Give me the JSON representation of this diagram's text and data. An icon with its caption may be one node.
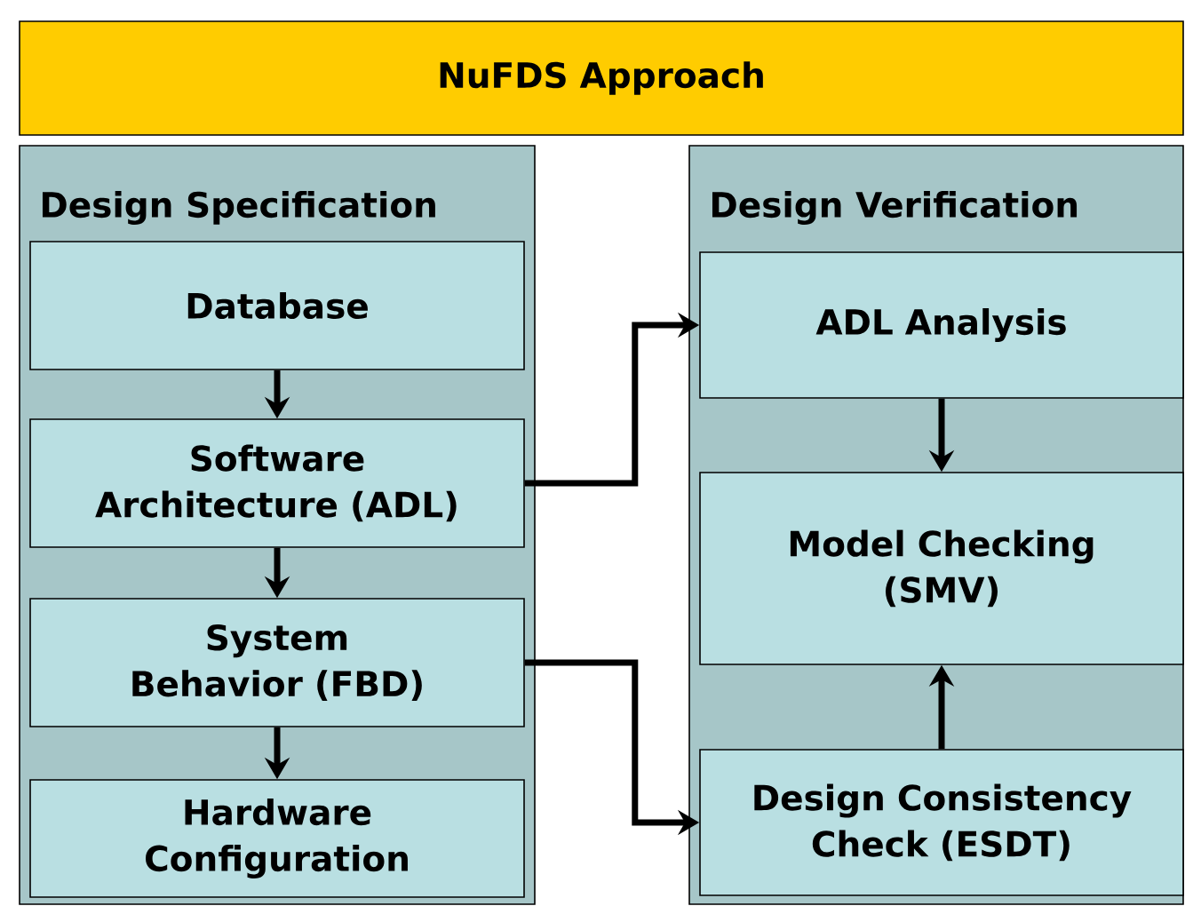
{
  "diagram": {
    "nodes": [
      {
        "text": [
          "NuFDS Approach"
        ]
      },
      {
        "text": [
          "Design Specification"
        ]
      },
      {
        "text": [
          "Database"
        ],
        "in": 1
      },
      {
        "text": [
          "Software Architecture (ADL)"
        ],
        "in": 1
      },
      {
        "text": [
          "System Behavior (FBD)"
        ],
        "in": 1
      },
      {
        "text": [
          "Hardware Configuration"
        ],
        "in": 1
      },
      {
        "text": [
          "Design Verification"
        ]
      },
      {
        "text": [
          "ADL Analysis"
        ],
        "in": 6
      },
      {
        "text": [
          "Model Checking (SMV)"
        ],
        "in": 6
      },
      {
        "text": [
          "Design Consistency Check (ESDT)"
        ],
        "in": 6
      }
    ],
    "edges": [
      {
        "from": 2,
        "to": 3,
        "arrow": "to"
      },
      {
        "from": 3,
        "to": 4,
        "arrow": "to"
      },
      {
        "from": 4,
        "to": 5,
        "arrow": "to"
      },
      {
        "from": 3,
        "to": 7,
        "arrow": "to"
      },
      {
        "from": 4,
        "to": 9,
        "arrow": "to"
      },
      {
        "from": 7,
        "to": 8,
        "arrow": "to"
      },
      {
        "from": 9,
        "to": 8,
        "arrow": "to"
      }
    ]
  }
}
